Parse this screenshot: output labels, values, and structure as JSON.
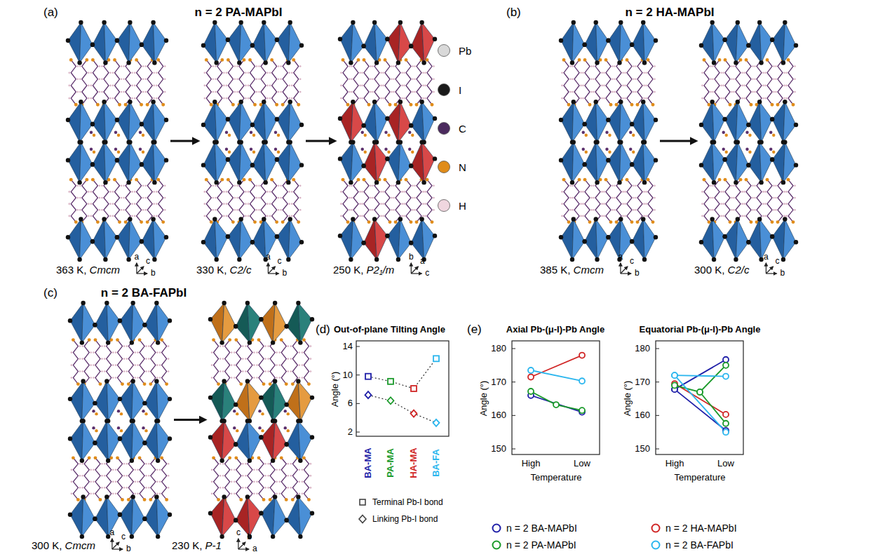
{
  "diagram": {
    "nodes": [
      {
        "text": [
          "363 K,",
          "Cmcm"
        ]
      },
      {
        "text": [
          "330 K,",
          "C2/c"
        ]
      },
      {
        "text": [
          "250 K,",
          "P2₁/m"
        ]
      },
      {
        "text": [
          "385 K,",
          "Cmcm"
        ]
      },
      {
        "text": [
          "300 K,",
          "C2/c"
        ]
      },
      {
        "text": [
          "300 K,",
          "Cmcm"
        ]
      },
      {
        "text": [
          "230 K,",
          "P-1"
        ]
      }
    ],
    "edges": [
      {
        "from": 0,
        "to": 1,
        "arrow": "to"
      },
      {
        "from": 1,
        "to": 2,
        "arrow": "to"
      },
      {
        "from": 3,
        "to": 4,
        "arrow": "to"
      },
      {
        "from": 5,
        "to": 6,
        "arrow": "to"
      }
    ],
    "labels": [
      "(a)",
      "n = 2 PA-MAPbI",
      "(b)",
      "n = 2 HA-MAPbI",
      "(c)",
      "n = 2 BA-FAPbI",
      "a",
      "c",
      "b",
      "a",
      "c",
      "b",
      "b",
      "a",
      "c",
      "a",
      "c",
      "b",
      "a",
      "c",
      "b",
      "a",
      "c",
      "b",
      "c",
      "b",
      "a",
      "(d)",
      "Out-of-plane Tilting Angle",
      "Angle (°)",
      "14",
      "10",
      "6",
      "2",
      "BA-MA",
      "PA-MA",
      "HA-MA",
      "BA-FA",
      "(e)",
      "Axial Pb-(μ-I)-Pb Angle",
      "Angle (°)",
      "180",
      "170",
      "160",
      "150",
      "High",
      "Low",
      "Temperature",
      "Equatorial Pb-(μ-I)-Pb Angle",
      "Angle (°)",
      "180",
      "170",
      "160",
      "150",
      "High",
      "Low",
      "Temperature"
    ],
    "legend": [
      {
        "text": "Pb",
        "color": "#d9d9d9"
      },
      {
        "text": "I",
        "color": "#1a1a1a"
      },
      {
        "text": "C",
        "color": "#4b2a5e"
      },
      {
        "text": "N",
        "color": "#e08c1a"
      },
      {
        "text": "H",
        "color": "#f0d6df"
      },
      {
        "text": "Terminal Pb-I bond"
      },
      {
        "text": "Linking Pb-I bond"
      },
      {
        "text": "n = 2 BA-MAPbI",
        "color": "#1f1fa8"
      },
      {
        "text": "n = 2 HA-MAPbI",
        "color": "#d02525"
      },
      {
        "text": "n = 2 PA-MAPbI",
        "color": "#1a9a2a"
      },
      {
        "text": "n = 2 BA-FAPbI",
        "color": "#2bb6ee"
      }
    ]
  }
}
